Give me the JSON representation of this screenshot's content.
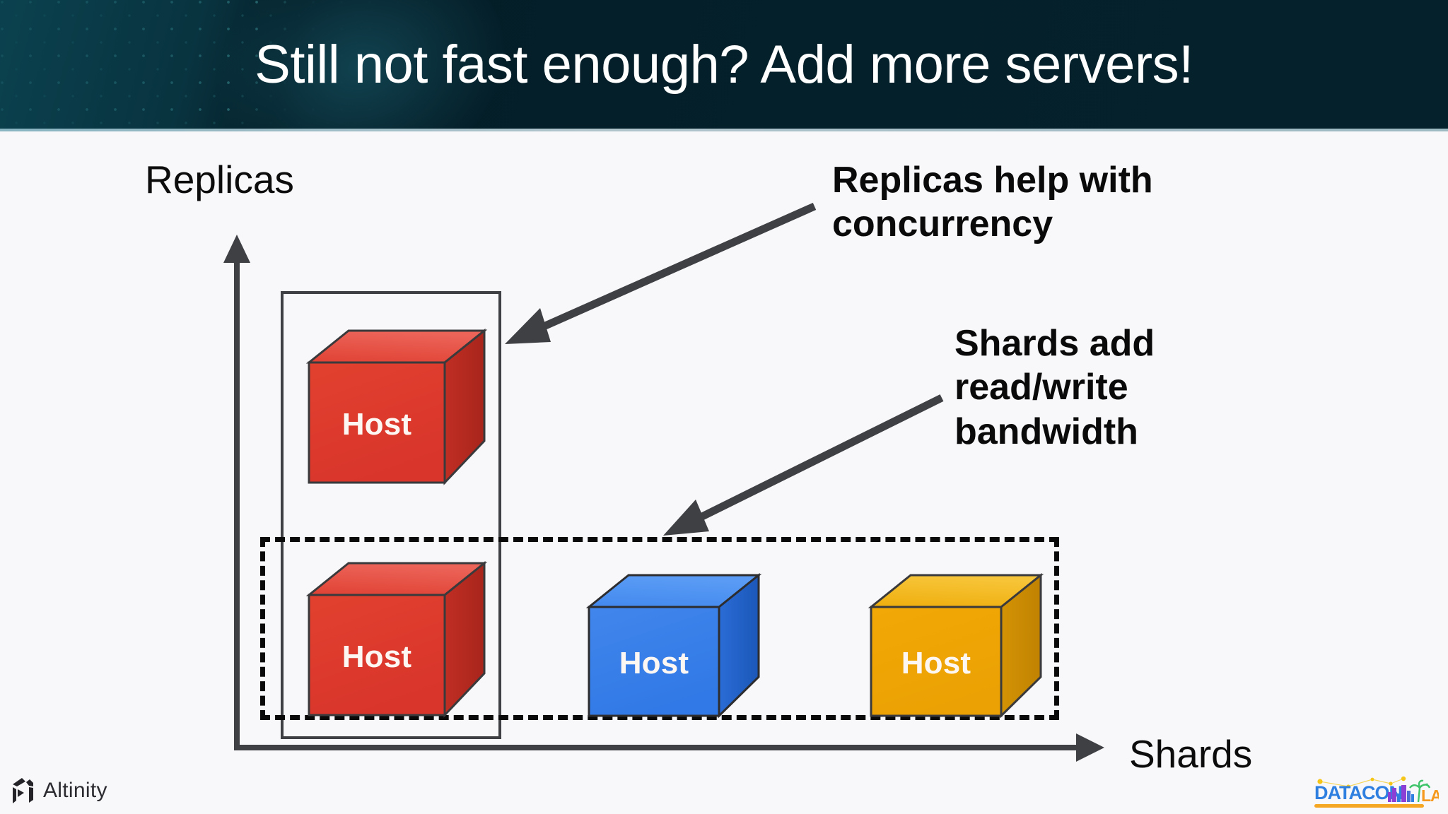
{
  "slide": {
    "title": "Still not fast enough? Add more servers!",
    "background_color": "#f8f8fa",
    "header_color": "#062630"
  },
  "axes": {
    "y_label": "Replicas",
    "x_label": "Shards",
    "axis_color": "#3f4044"
  },
  "callouts": [
    {
      "id": "replicas-callout",
      "text": "Replicas help with\nconcurrency",
      "points_to": "replica-box"
    },
    {
      "id": "shards-callout",
      "text": "Shards add\nread/write\nbandwidth",
      "points_to": "shard-box"
    }
  ],
  "groups": [
    {
      "id": "replica-group",
      "style": "solid",
      "border_color": "#3f4044",
      "semantic": "replica-column"
    },
    {
      "id": "shard-group",
      "style": "dashed",
      "border_color": "#0a0a0a",
      "semantic": "shard-row"
    }
  ],
  "nodes": [
    {
      "id": "host-replica-top",
      "label": "Host",
      "color_name": "red",
      "front": "#DF392E",
      "top": "#E8564A",
      "side": "#B9291F",
      "grid": {
        "shard": 1,
        "replica": 2
      }
    },
    {
      "id": "host-shard-1",
      "label": "Host",
      "color_name": "red",
      "front": "#DF392E",
      "top": "#E8564A",
      "side": "#B9291F",
      "grid": {
        "shard": 1,
        "replica": 1
      }
    },
    {
      "id": "host-shard-2",
      "label": "Host",
      "color_name": "blue",
      "front": "#3B82E8",
      "top": "#5296F0",
      "side": "#1F63C8",
      "grid": {
        "shard": 2,
        "replica": 1
      }
    },
    {
      "id": "host-shard-3",
      "label": "Host",
      "color_name": "yellow",
      "front": "#F0A500",
      "top": "#F5BC2B",
      "side": "#CE8B05",
      "grid": {
        "shard": 3,
        "replica": 1
      }
    }
  ],
  "footer": {
    "altinity": {
      "name": "Altinity",
      "color": "#2b2b30"
    },
    "datacon": {
      "name_main": "DATACON",
      "name_accent": "LA",
      "main_color": "#2f7fe0",
      "accent_color": "#f59a1f",
      "skyline_colors": [
        "#8b3fd4",
        "#2f7fe0",
        "#8b3fd4",
        "#4a6fd4"
      ],
      "palm_color": "#3fc46b",
      "bar_color": "#f5a623"
    }
  }
}
